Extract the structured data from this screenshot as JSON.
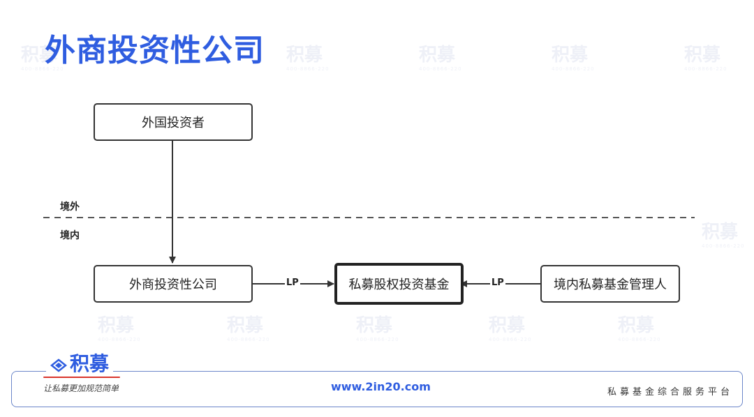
{
  "title": "外商投资性公司",
  "watermark": {
    "text": "积募",
    "phone": "400-8866-220"
  },
  "diagram": {
    "boxes": {
      "foreign_investor": "外国投资者",
      "fie_company": "外商投资性公司",
      "pe_fund": "私募股权投资基金",
      "domestic_manager": "境内私募基金管理人"
    },
    "region_labels": {
      "offshore": "境外",
      "onshore": "境内"
    },
    "edge_labels": {
      "left": "LP",
      "right": "LP"
    }
  },
  "footer": {
    "logo_text": "积募",
    "slogan": "让私募更加规范简单",
    "url": "www.2in20.com",
    "platform": "私募基金综合服务平台"
  },
  "colors": {
    "accent": "#2f5de0",
    "footer_border": "#6b86c9",
    "slogan_line": "#d9342b"
  }
}
